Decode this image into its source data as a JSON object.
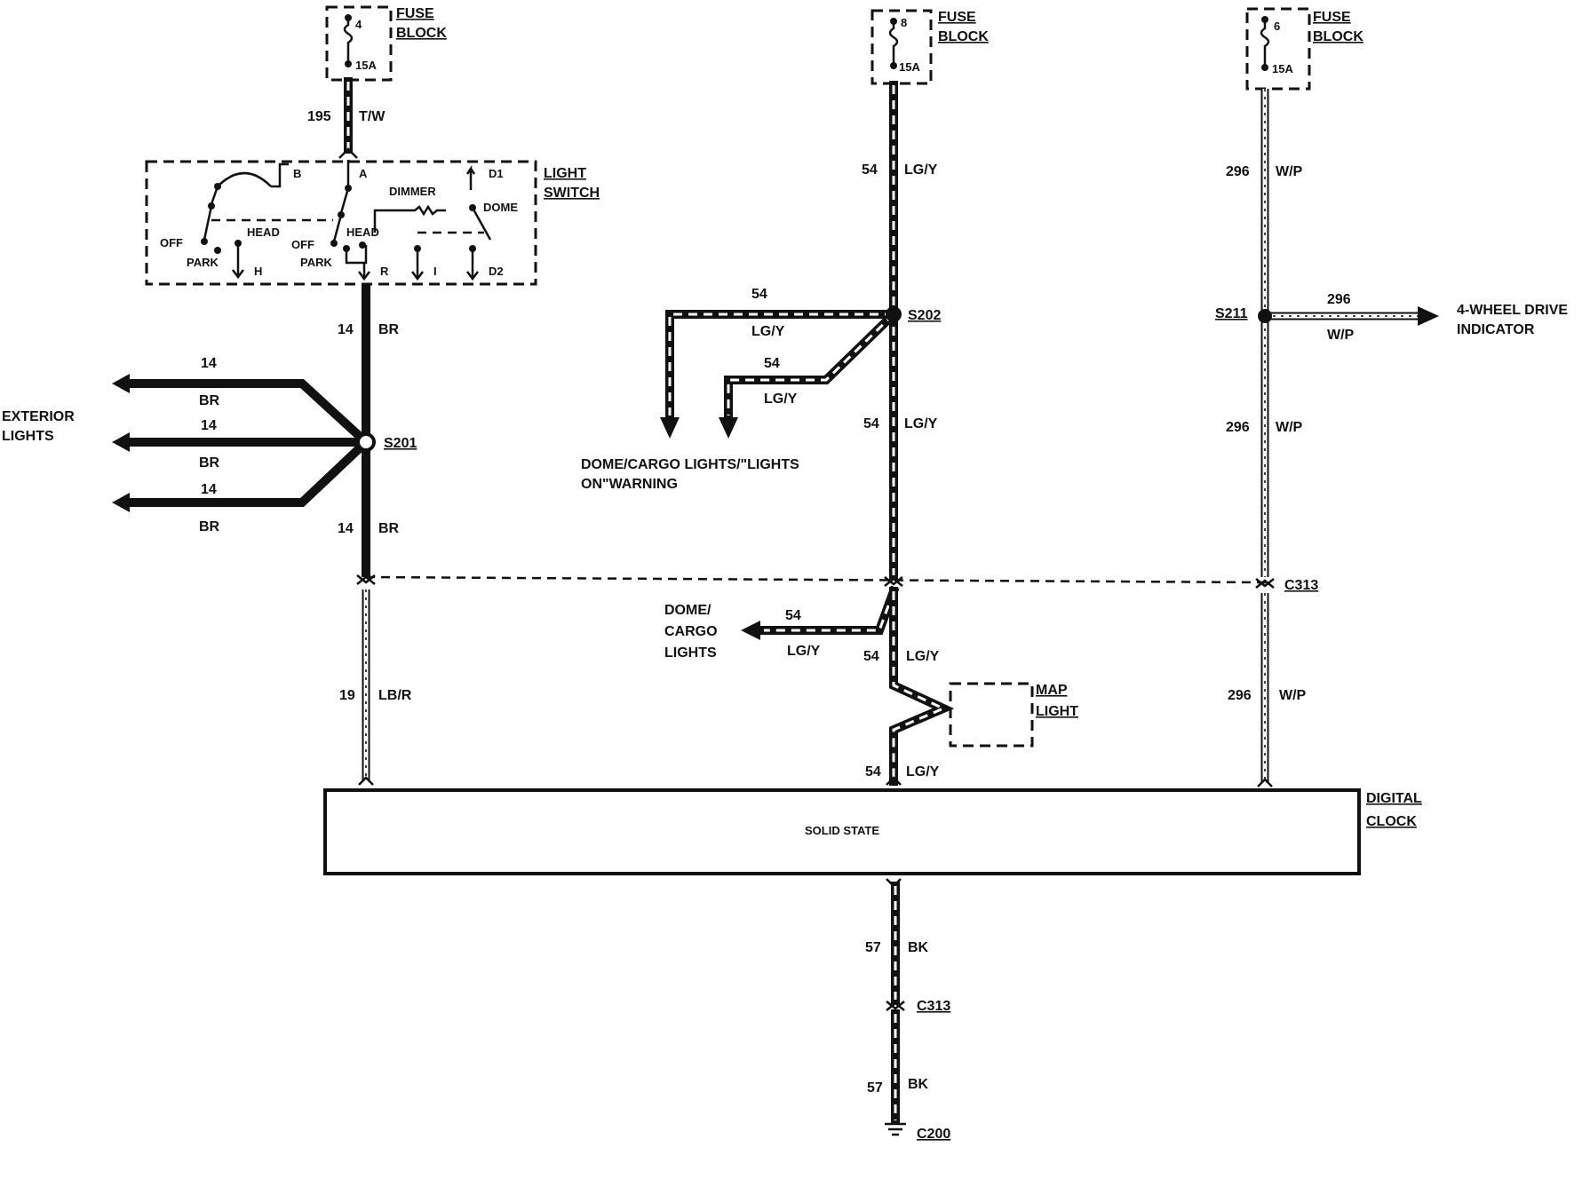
{
  "fuse_blocks": [
    {
      "number": "4",
      "rating": "15A",
      "label_line1": "FUSE",
      "label_line2": "BLOCK"
    },
    {
      "number": "8",
      "rating": "15A",
      "label_line1": "FUSE",
      "label_line2": "BLOCK"
    },
    {
      "number": "6",
      "rating": "15A",
      "label_line1": "FUSE",
      "label_line2": "BLOCK"
    }
  ],
  "light_switch": {
    "label_line1": "LIGHT",
    "label_line2": "SWITCH",
    "terminals": {
      "b": "B",
      "a": "A",
      "d1": "D1",
      "h": "H",
      "r": "R",
      "i": "I",
      "d2": "D2"
    },
    "positions": {
      "off": "OFF",
      "head": "HEAD",
      "park": "PARK",
      "dimmer": "DIMMER",
      "dome": "DOME"
    }
  },
  "wires": {
    "w195": {
      "circuit": "195",
      "color": "T/W"
    },
    "w14": {
      "circuit": "14",
      "color": "BR"
    },
    "w19": {
      "circuit": "19",
      "color": "LB/R"
    },
    "w54": {
      "circuit": "54",
      "color": "LG/Y"
    },
    "w296": {
      "circuit": "296",
      "color": "W/P"
    },
    "w57": {
      "circuit": "57",
      "color": "BK"
    }
  },
  "splices": {
    "s201": "S201",
    "s202": "S202",
    "s211": "S211"
  },
  "connectors": {
    "c313": "C313",
    "c200": "C200"
  },
  "destinations": {
    "exterior_line1": "EXTERIOR",
    "exterior_line2": "LIGHTS",
    "dome_warn_line1": "DOME/CARGO LIGHTS/\"LIGHTS",
    "dome_warn_line2": "ON\"WARNING",
    "dome_cargo_line1": "DOME/",
    "dome_cargo_line2": "CARGO",
    "dome_cargo_line3": "LIGHTS",
    "fourwd_line1": "4-WHEEL DRIVE",
    "fourwd_line2": "INDICATOR",
    "map_line1": "MAP",
    "map_line2": "LIGHT"
  },
  "clock": {
    "label_line1": "DIGITAL",
    "label_line2": "CLOCK",
    "inner": "SOLID STATE"
  }
}
